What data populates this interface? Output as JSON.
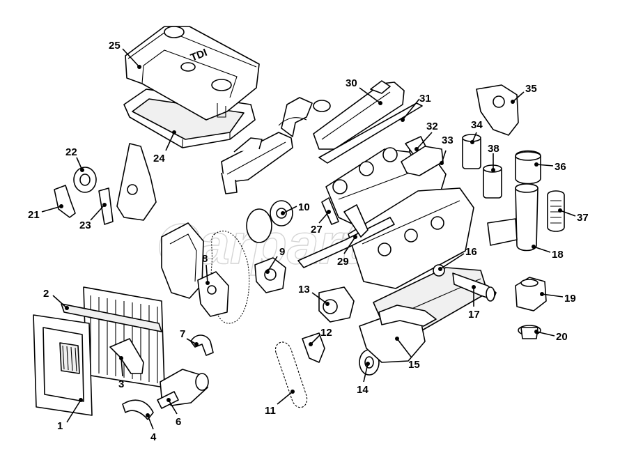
{
  "diagram": {
    "watermark_text": "Carparts",
    "cover_text": "TDI",
    "callouts": [
      {
        "id": "1",
        "label": "1"
      },
      {
        "id": "2",
        "label": "2"
      },
      {
        "id": "3",
        "label": "3"
      },
      {
        "id": "4",
        "label": "4"
      },
      {
        "id": "6",
        "label": "6"
      },
      {
        "id": "7",
        "label": "7"
      },
      {
        "id": "8",
        "label": "8"
      },
      {
        "id": "9",
        "label": "9"
      },
      {
        "id": "10",
        "label": "10"
      },
      {
        "id": "11",
        "label": "11"
      },
      {
        "id": "12",
        "label": "12"
      },
      {
        "id": "13",
        "label": "13"
      },
      {
        "id": "14",
        "label": "14"
      },
      {
        "id": "15",
        "label": "15"
      },
      {
        "id": "16",
        "label": "16"
      },
      {
        "id": "17",
        "label": "17"
      },
      {
        "id": "18",
        "label": "18"
      },
      {
        "id": "19",
        "label": "19"
      },
      {
        "id": "20",
        "label": "20"
      },
      {
        "id": "21",
        "label": "21"
      },
      {
        "id": "22",
        "label": "22"
      },
      {
        "id": "23",
        "label": "23"
      },
      {
        "id": "24",
        "label": "24"
      },
      {
        "id": "25",
        "label": "25"
      },
      {
        "id": "27",
        "label": "27"
      },
      {
        "id": "29",
        "label": "29"
      },
      {
        "id": "30",
        "label": "30"
      },
      {
        "id": "31",
        "label": "31"
      },
      {
        "id": "32",
        "label": "32"
      },
      {
        "id": "33",
        "label": "33"
      },
      {
        "id": "34",
        "label": "34"
      },
      {
        "id": "35",
        "label": "35"
      },
      {
        "id": "36",
        "label": "36"
      },
      {
        "id": "37",
        "label": "37"
      },
      {
        "id": "38",
        "label": "38"
      }
    ]
  }
}
